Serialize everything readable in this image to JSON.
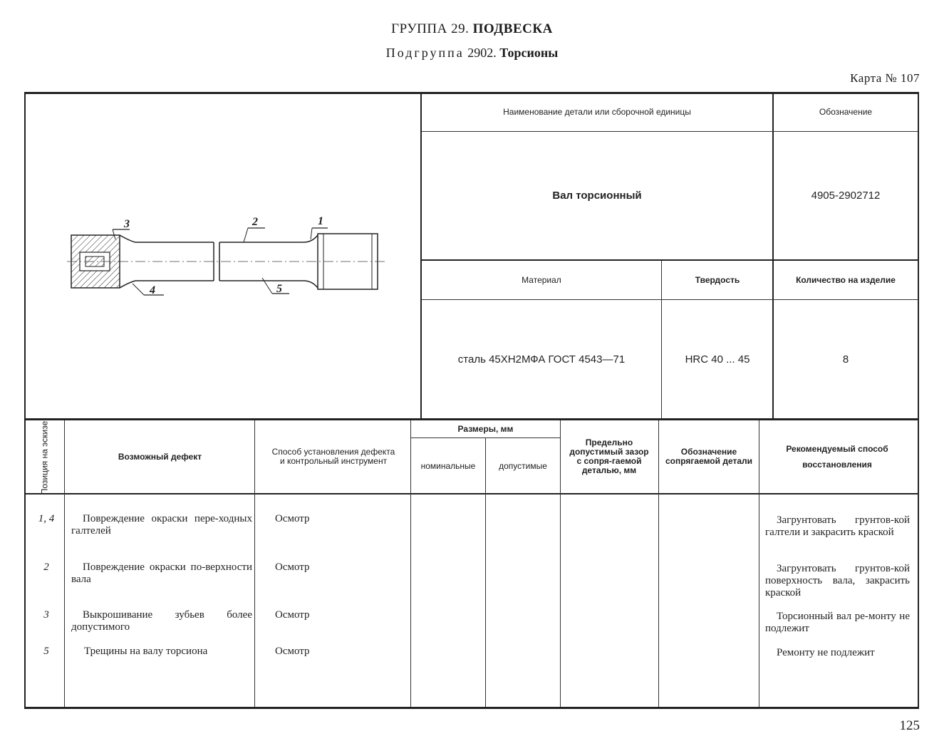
{
  "header": {
    "group_prefix": "ГРУППА 29.",
    "group_name": "ПОДВЕСКА",
    "subgroup_prefix": "Подгруппа",
    "subgroup_number": "2902.",
    "subgroup_name": "Торсионы",
    "card_number": "Карта № 107"
  },
  "part_info": {
    "name_header": "Наименование детали или сборочной единицы",
    "designation_header": "Обозначение",
    "name_value": "Вал торсионный",
    "designation_value": "4905-2902712",
    "material_header": "Материал",
    "hardness_header": "Твердость",
    "quantity_header": "Количество на изделие",
    "material_value": "сталь 45ХН2МФА ГОСТ 4543—71",
    "hardness_value": "HRC 40 ... 45",
    "quantity_value": "8"
  },
  "sketch": {
    "callouts": [
      "1",
      "2",
      "3",
      "4",
      "5"
    ]
  },
  "defects_table": {
    "col_position": "Позиция на эскизе",
    "col_defect": "Возможный дефект",
    "col_method": "Способ установления дефекта и контрольный инструмент",
    "col_sizes_group": "Размеры, мм",
    "col_nominal": "номинальные",
    "col_allowed": "допустимые",
    "col_clearance": "Предельно допустимый зазор с сопря-гаемой деталью, мм",
    "col_mating": "Обозначение сопрягаемой детали",
    "col_recovery": "Рекомендуемый способ восстановления",
    "rows": [
      {
        "position": "1, 4",
        "defect": "Повреждение окраски пере-ходных галтелей",
        "method": "Осмотр",
        "recovery": "Загрунтовать грунтов-кой галтели и закрасить краской"
      },
      {
        "position": "2",
        "defect": "Повреждение окраски по-верхности вала",
        "method": "Осмотр",
        "recovery": "Загрунтовать грунтов-кой поверхность вала, закрасить краской"
      },
      {
        "position": "3",
        "defect": "Выкрошивание зубьев более допустимого",
        "method": "Осмотр",
        "recovery": "Торсионный вал ре-монту не подлежит"
      },
      {
        "position": "5",
        "defect": "Трещины на валу торсиона",
        "method": "Осмотр",
        "recovery": "Ремонту не подлежит"
      }
    ]
  },
  "page_number": "125"
}
